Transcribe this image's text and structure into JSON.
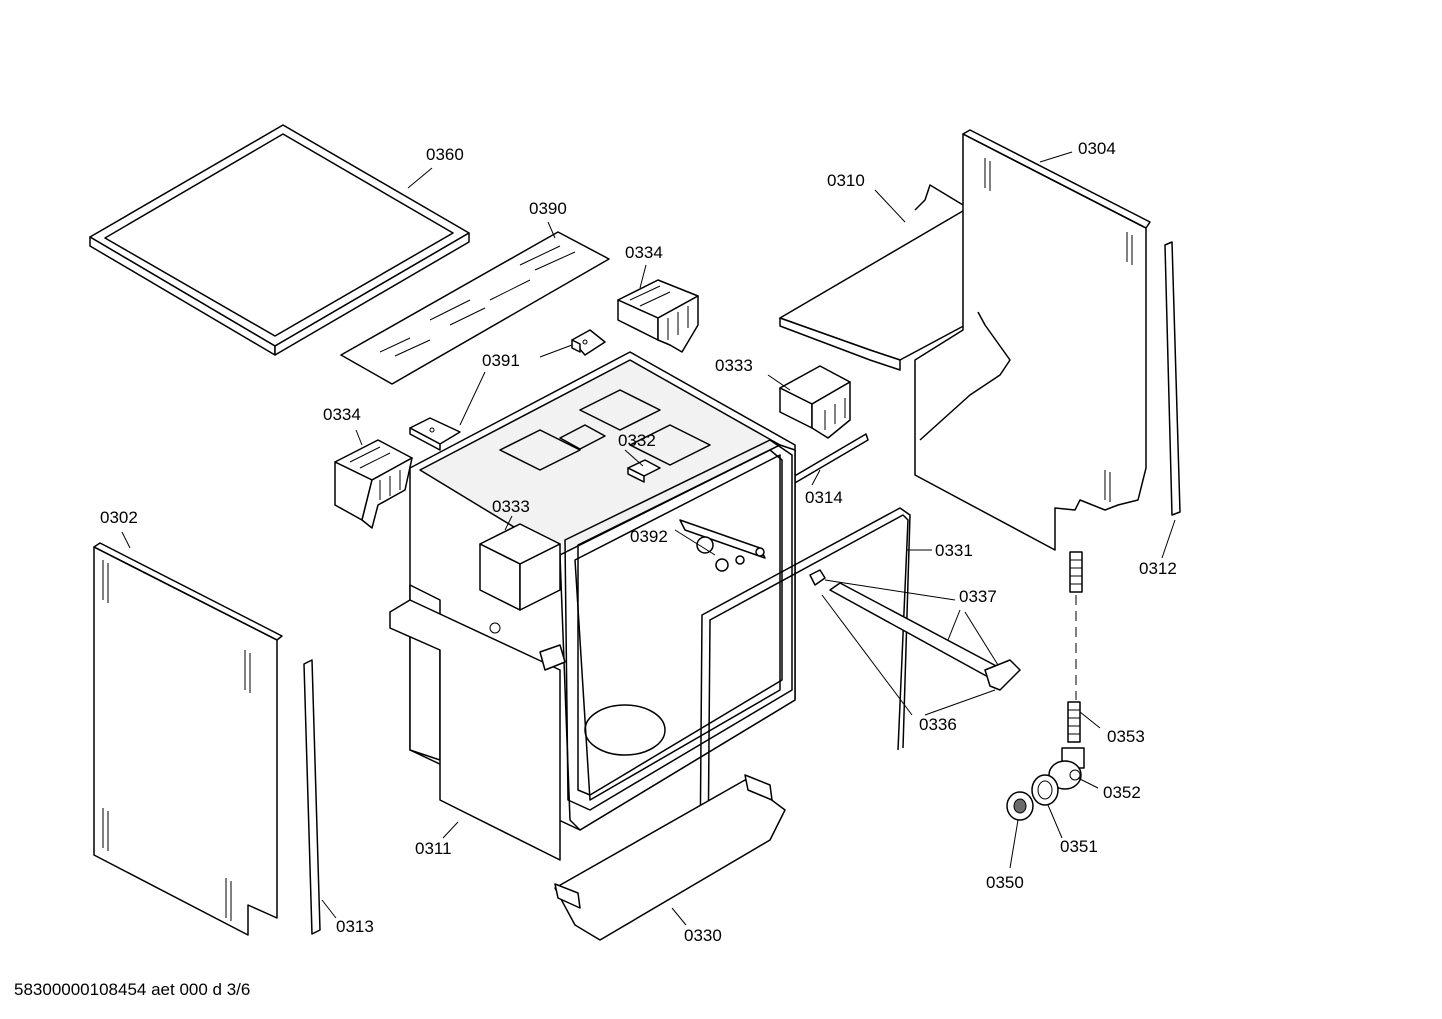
{
  "document_id": "58300000108454 aet 000 d 3/6",
  "labels": {
    "p0360": "0360",
    "p0390": "0390",
    "p0334a": "0334",
    "p0391": "0391",
    "p0334b": "0334",
    "p0333a": "0333",
    "p0332": "0332",
    "p0333b": "0333",
    "p0392": "0392",
    "p0314": "0314",
    "p0310": "0310",
    "p0304": "0304",
    "p0302": "0302",
    "p0331": "0331",
    "p0337": "0337",
    "p0336": "0336",
    "p0312": "0312",
    "p0353": "0353",
    "p0352": "0352",
    "p0351": "0351",
    "p0350": "0350",
    "p0311": "0311",
    "p0313": "0313",
    "p0330": "0330"
  }
}
